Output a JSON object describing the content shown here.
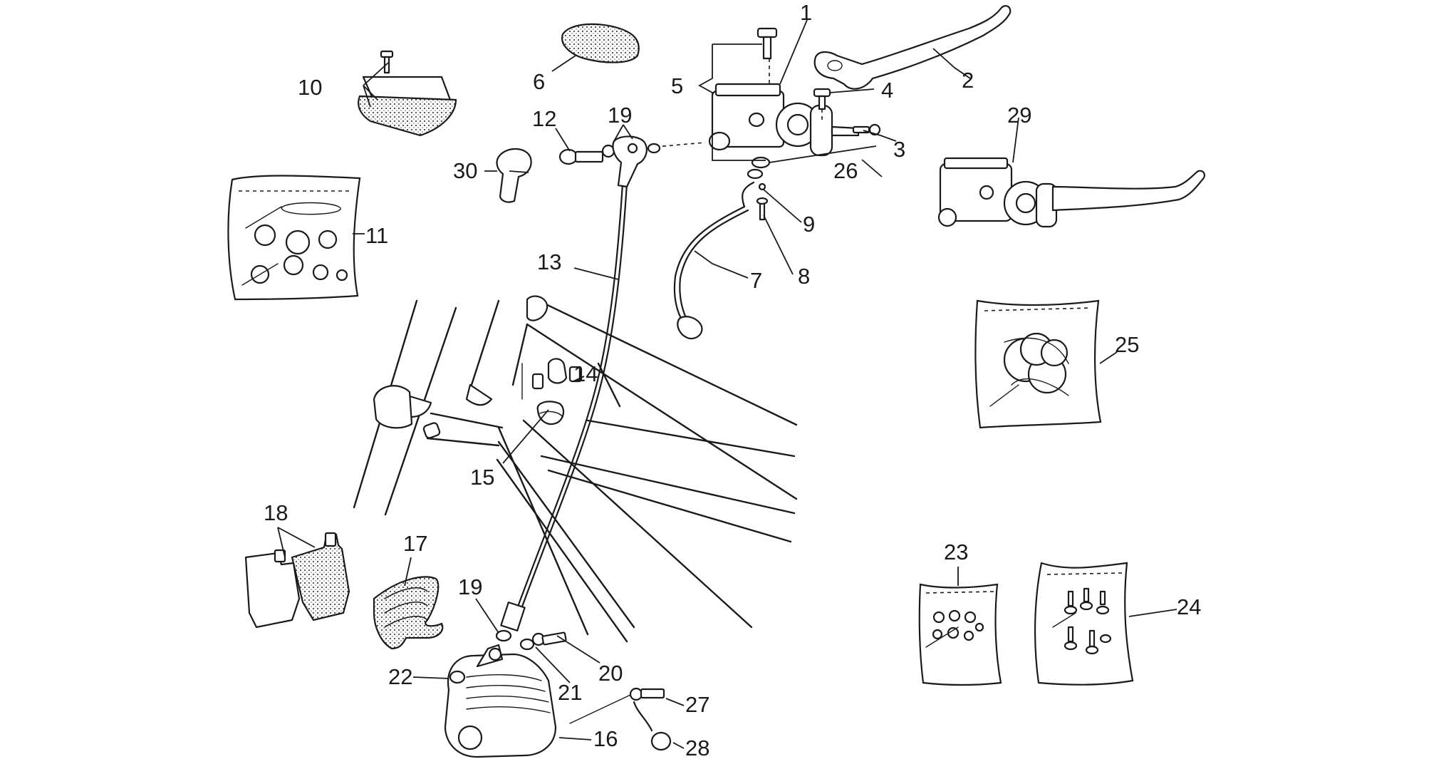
{
  "callouts": {
    "c1": "1",
    "c2": "2",
    "c3": "3",
    "c4": "4",
    "c5": "5",
    "c6": "6",
    "c7": "7",
    "c8": "8",
    "c9": "9",
    "c10": "10",
    "c11": "11",
    "c12": "12",
    "c13": "13",
    "c14": "14",
    "c15": "15",
    "c16": "16",
    "c17": "17",
    "c18": "18",
    "c19a": "19",
    "c19b": "19",
    "c20": "20",
    "c21": "21",
    "c22": "22",
    "c23": "23",
    "c24": "24",
    "c25": "25",
    "c26": "26",
    "c27": "27",
    "c28": "28",
    "c29": "29",
    "c30": "30"
  }
}
